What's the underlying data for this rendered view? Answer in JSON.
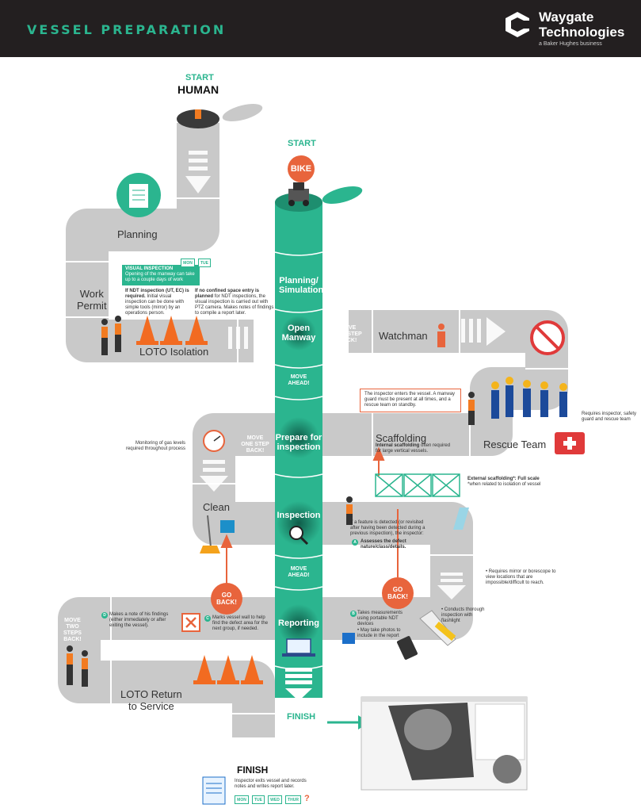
{
  "header": {
    "title": "VESSEL PREPARATION",
    "brand_line1": "Waygate",
    "brand_line2": "Technologies",
    "brand_sub": "a Baker Hughes business"
  },
  "colors": {
    "green": "#2bb58f",
    "orange": "#e8643c",
    "gray": "#c9c9c9",
    "dark": "#231f20"
  },
  "human_start": {
    "start": "START",
    "label": "HUMAN"
  },
  "bike_start": {
    "start": "START",
    "label": "BIKE"
  },
  "human_path": {
    "planning": "Planning",
    "work_permit_1": "Work",
    "work_permit_2": "Permit",
    "loto_isolation": "LOTO Isolation",
    "watchman": "Watchman",
    "rescue_team": "Rescue Team",
    "scaffolding": "Scaffolding",
    "clean": "Clean",
    "loto_return_1": "LOTO Return",
    "loto_return_2": "to Service",
    "finish": "FINISH",
    "move_two_1": "MOVE",
    "move_two_2": "TWO",
    "move_two_3": "STEPS",
    "move_two_4": "BACK!"
  },
  "bike_path": {
    "planning_1": "Planning/",
    "planning_2": "Simulation",
    "open_1": "Open",
    "open_2": "Manway",
    "move_ahead_1_a": "MOVE",
    "move_ahead_1_b": "AHEAD!",
    "prepare_1": "Prepare for",
    "prepare_2": "inspection",
    "inspection": "Inspection",
    "move_ahead_2_a": "MOVE",
    "move_ahead_2_b": "AHEAD!",
    "reporting": "Reporting",
    "finish": "FINISH"
  },
  "move_back": {
    "a_1": "MOVE",
    "a_2": "ONE STEP",
    "a_3": "BACK!",
    "b_1": "MOVE",
    "b_2": "ONE STEP",
    "b_3": "BACK!"
  },
  "go_back": {
    "label_1": "GO",
    "label_2": "BACK!"
  },
  "notes": {
    "visual_title": "VISUAL INSPECTION",
    "visual_body": "Opening of the manway can take up to a couple days of work",
    "day_mon": "MON",
    "day_tue": "TUE",
    "ndt_1": "If NDT inspection (UT, EC) is required.",
    "ndt_2": "Initial visual inspection can be done with simple tools (mirror) by an operations person.",
    "noconf_1": "If no confined space entry is planned",
    "noconf_2": "for NDT inspections, the visual inspection is carried out with PTZ camera. Makes notes of findings to compile a report later.",
    "enters": "The inspector enters the vessel. A manway guard must be present at all times, and a rescue team on standby.",
    "requires_rescue": "Requires inspector, safety guard and rescue team",
    "gas": "Monitoring of gas levels required throughout process",
    "internal_1": "Internal scaffolding",
    "internal_2": "often required for large vertical vessels.",
    "external_1": "External scaffolding*: Full scale",
    "external_2": "*when related to isolation of vessel",
    "feature": "If a feature is detected (or revisited after having been detected during a previous inspection), the inspector:",
    "a_letter": "A",
    "a_text": "Assesses the defect nature/class/details.",
    "mirror": "• Requires mirror or borescope to view locations that are impossible/difficult to reach.",
    "flashlight": "• Conducts thorough inspection with flashlight",
    "b_letter": "B",
    "b_text": "Takes measurements using portable NDT devices",
    "b_text2": "• May take photos to include in the report",
    "c_letter": "C",
    "c_text": "Marks vessel wall to help find the defect area for the next group, if needed.",
    "d_letter": "D",
    "d_text": "Makes a note of his findings (either immediately or after exiting the vessel).",
    "exits": "Inspector exits vessel and records notes and writes report later.",
    "days_mon": "MON",
    "days_tue": "TUE",
    "days_wed": "WED",
    "days_thur": "THUR",
    "question": "?"
  }
}
